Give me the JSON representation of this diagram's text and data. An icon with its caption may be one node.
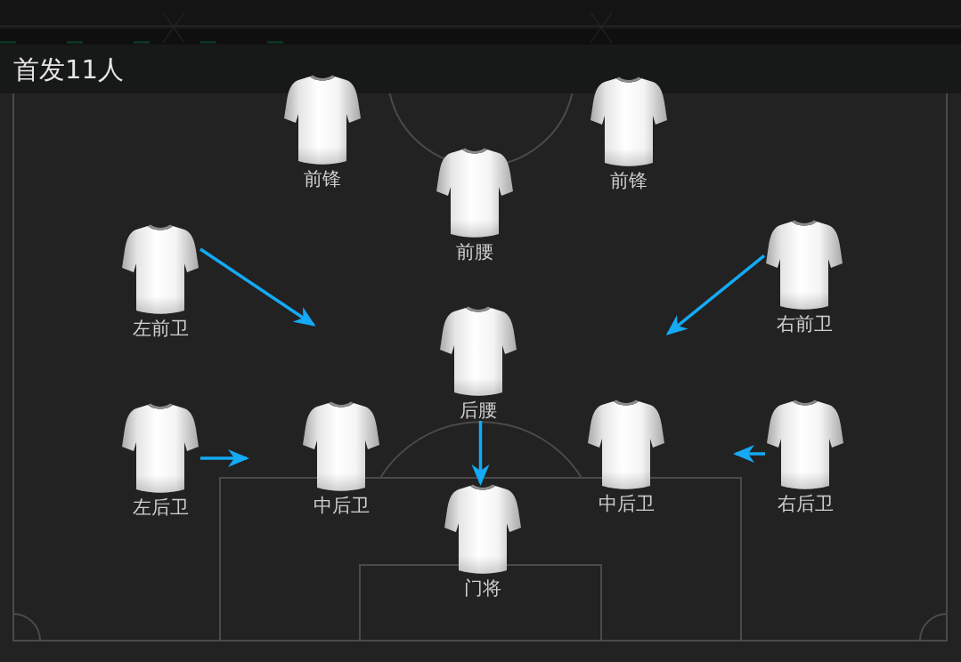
{
  "diagram": {
    "title": "首发11人",
    "nodes": [
      {
        "text": [
          "前锋"
        ]
      },
      {
        "text": [
          "前锋"
        ]
      },
      {
        "text": [
          "前腰"
        ]
      },
      {
        "text": [
          "左前卫"
        ]
      },
      {
        "text": [
          "右前卫"
        ]
      },
      {
        "text": [
          "后腰"
        ]
      },
      {
        "text": [
          "左后卫"
        ]
      },
      {
        "text": [
          "中后卫"
        ]
      },
      {
        "text": [
          "中后卫"
        ]
      },
      {
        "text": [
          "右后卫"
        ]
      },
      {
        "text": [
          "门将"
        ]
      }
    ],
    "edges": [
      {
        "from": 3,
        "to": null,
        "arrow": "to"
      },
      {
        "from": 4,
        "to": null,
        "arrow": "to"
      },
      {
        "from": 5,
        "to": 10,
        "arrow": "to"
      },
      {
        "from": 6,
        "to": null,
        "arrow": "to"
      },
      {
        "from": 9,
        "to": null,
        "arrow": "to"
      }
    ]
  }
}
